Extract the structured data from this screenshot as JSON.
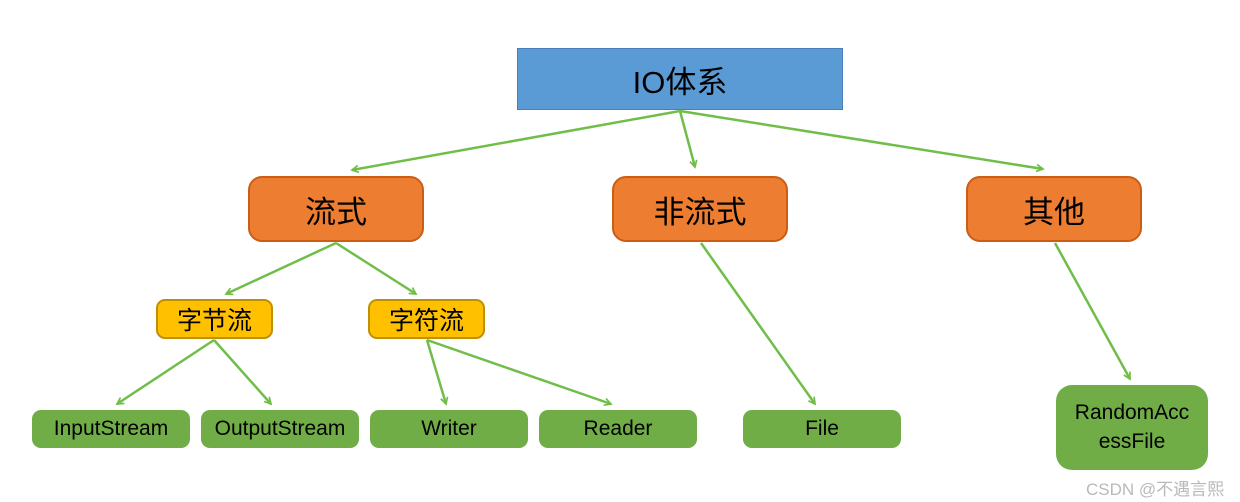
{
  "diagram": {
    "type": "tree",
    "title": "IO体系",
    "watermark": "CSDN @不遇言熙",
    "colors": {
      "root_fill": "#5B9BD5",
      "root_border": "#4A7EBB",
      "category_fill": "#ED7D31",
      "category_border": "#CB5D14",
      "subcategory_fill": "#FFC000",
      "subcategory_border": "#BF9000",
      "leaf_fill": "#70AD47",
      "arrow": "#70BE49",
      "text": "#000000",
      "watermark": "#B9B9B9"
    },
    "nodes": [
      {
        "id": "io-system",
        "label": "IO体系",
        "level": 1
      },
      {
        "id": "stream",
        "label": "流式",
        "level": 2
      },
      {
        "id": "non-stream",
        "label": "非流式",
        "level": 2
      },
      {
        "id": "other",
        "label": "其他",
        "level": 2
      },
      {
        "id": "byte-stream",
        "label": "字节流",
        "level": 3
      },
      {
        "id": "char-stream",
        "label": "字符流",
        "level": 3
      },
      {
        "id": "input-stream",
        "label": "InputStream",
        "level": 4
      },
      {
        "id": "output-stream",
        "label": "OutputStream",
        "level": 4
      },
      {
        "id": "writer",
        "label": "Writer",
        "level": 4
      },
      {
        "id": "reader",
        "label": "Reader",
        "level": 4
      },
      {
        "id": "file",
        "label": "File",
        "level": 4
      },
      {
        "id": "random-access-file",
        "label": "RandomAccessFile",
        "level": 4
      }
    ],
    "edges": [
      {
        "from": "io-system",
        "to": "stream"
      },
      {
        "from": "io-system",
        "to": "non-stream"
      },
      {
        "from": "io-system",
        "to": "other"
      },
      {
        "from": "stream",
        "to": "byte-stream"
      },
      {
        "from": "stream",
        "to": "char-stream"
      },
      {
        "from": "byte-stream",
        "to": "input-stream"
      },
      {
        "from": "byte-stream",
        "to": "output-stream"
      },
      {
        "from": "char-stream",
        "to": "writer"
      },
      {
        "from": "char-stream",
        "to": "reader"
      },
      {
        "from": "non-stream",
        "to": "file"
      },
      {
        "from": "other",
        "to": "random-access-file"
      }
    ]
  }
}
